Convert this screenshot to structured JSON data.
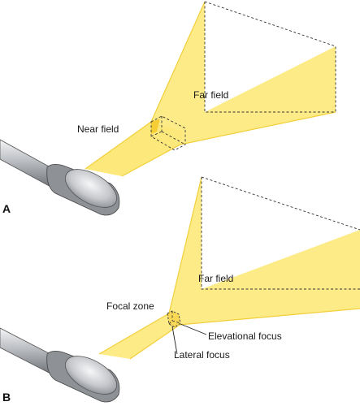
{
  "panel_a": {
    "letter": "A",
    "labels": {
      "near_field": "Near field",
      "far_field": "Far field"
    }
  },
  "panel_b": {
    "letter": "B",
    "labels": {
      "focal_zone": "Focal zone",
      "far_field": "Far field",
      "elevational_focus": "Elevational focus",
      "lateral_focus": "Lateral focus"
    }
  },
  "colors": {
    "beam": "#fde97a",
    "transducer_face": "#c9cbd0",
    "handle": "#b5b8bd"
  }
}
